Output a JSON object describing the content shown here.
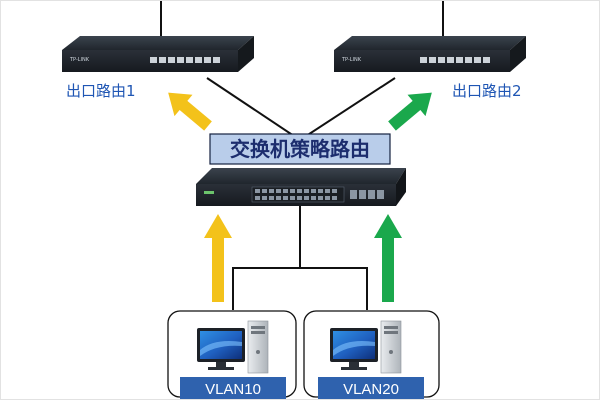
{
  "diagram": {
    "router_left_label": "出口路由1",
    "router_right_label": "出口路由2",
    "switch_title": "交换机策略路由",
    "vlan_left_label": "VLAN10",
    "vlan_right_label": "VLAN20",
    "router_brand": "TP-LINK"
  },
  "colors": {
    "arrow_yellow": "#f3c21a",
    "arrow_green": "#1aa84c",
    "label_blue": "#1f56b4",
    "title_box": "#b9cdea",
    "vlan_bar": "#2f62ae",
    "device_dark": "#2b3139"
  },
  "icons": {
    "router": "router-icon",
    "switch": "switch-icon",
    "computer": "desktop-computer-icon"
  }
}
